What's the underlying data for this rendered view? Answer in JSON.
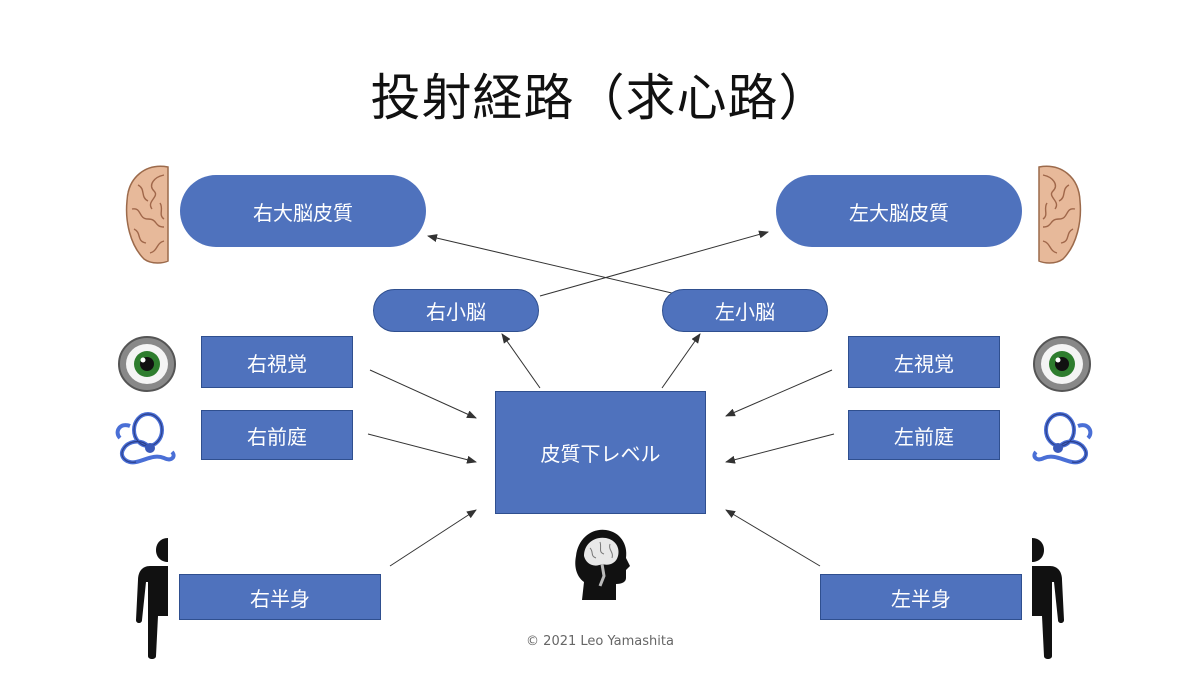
{
  "title": "投射経路（求心路）",
  "nodes": {
    "right_cortex": "右大脳皮質",
    "left_cortex": "左大脳皮質",
    "right_cerebellum": "右小脳",
    "left_cerebellum": "左小脳",
    "right_vision": "右視覚",
    "left_vision": "左視覚",
    "right_vestibular": "右前庭",
    "left_vestibular": "左前庭",
    "subcortical": "皮質下レベル",
    "right_body": "右半身",
    "left_body": "左半身"
  },
  "icons": {
    "brain": "brain-icon",
    "eye": "eye-icon",
    "inner_ear": "inner-ear-icon",
    "person": "person-silhouette-icon",
    "head": "head-brain-icon"
  },
  "colors": {
    "box": "#4f72bd",
    "box_border": "#2f4f8f",
    "arrow": "#333333"
  },
  "copyright": "© 2021 Leo Yamashita"
}
